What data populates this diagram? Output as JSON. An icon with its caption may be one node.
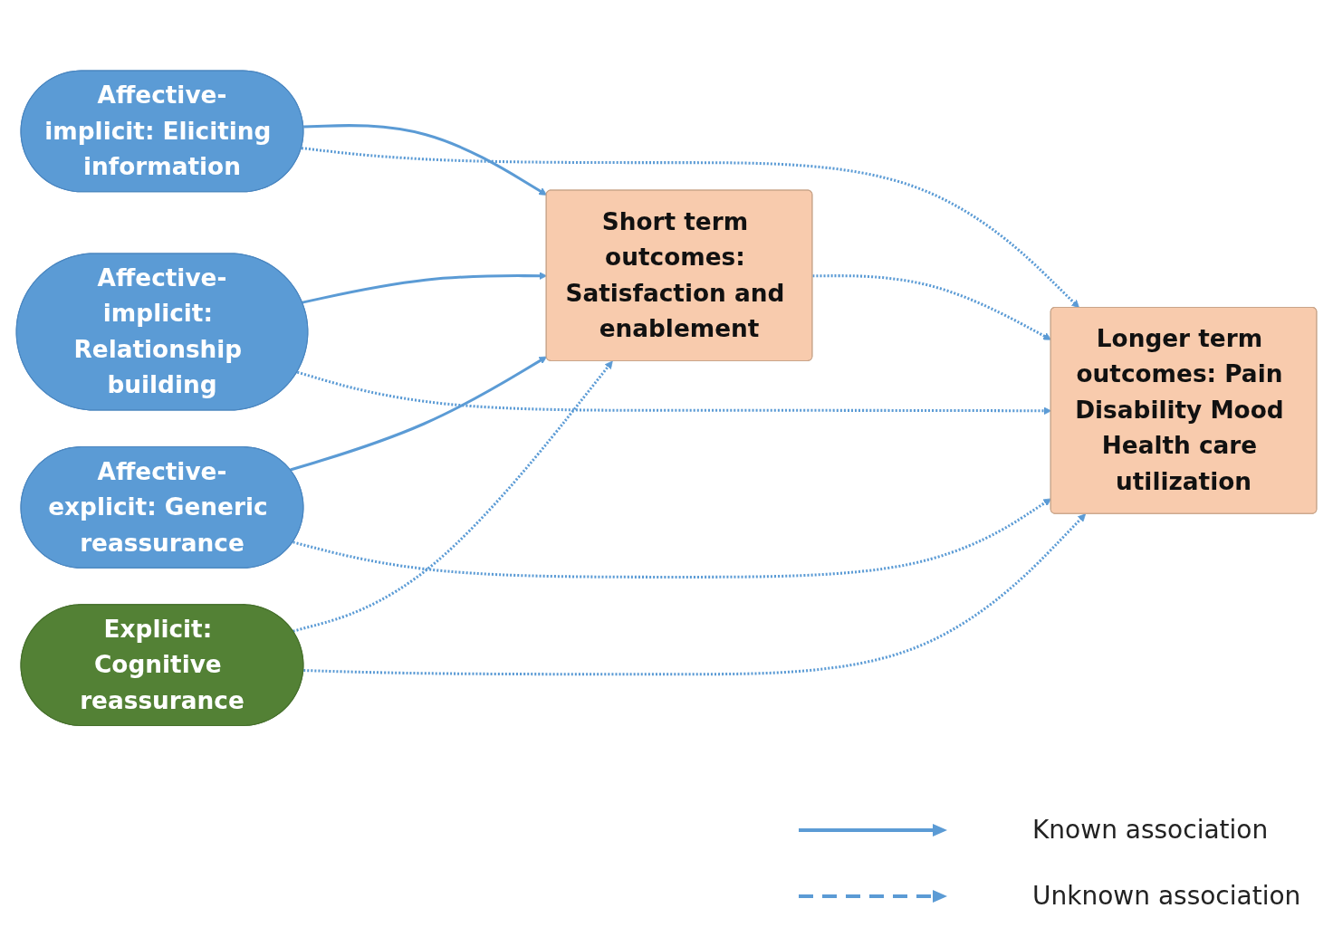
{
  "diagram": {
    "nodes": [
      {
        "text": [
          "Affective-implicit: Eliciting information"
        ]
      },
      {
        "text": [
          "Affective-implicit: Relationship building"
        ]
      },
      {
        "text": [
          "Affective-explicit: Generic reassurance"
        ]
      },
      {
        "text": [
          "Explicit: Cognitive reassurance"
        ]
      },
      {
        "text": [
          "Short term outcomes: Satisfaction and enablement"
        ]
      },
      {
        "text": [
          "Longer term outcomes: Pain Disability Mood Health care utilization"
        ]
      }
    ],
    "edges": [
      {
        "from": 0,
        "to": 4,
        "arrow": "to"
      },
      {
        "from": 0,
        "to": 5,
        "arrow": "to",
        "style": "dashed"
      },
      {
        "from": 1,
        "to": 4,
        "arrow": "to"
      },
      {
        "from": 1,
        "to": 5,
        "arrow": "to",
        "style": "dashed"
      },
      {
        "from": 2,
        "to": 4,
        "arrow": "to"
      },
      {
        "from": 2,
        "to": 5,
        "arrow": "to",
        "style": "dashed"
      },
      {
        "from": 3,
        "to": 4,
        "arrow": "to",
        "style": "dashed"
      },
      {
        "from": 3,
        "to": 5,
        "arrow": "to",
        "style": "dashed"
      },
      {
        "from": 4,
        "to": 5,
        "arrow": "to",
        "style": "dashed"
      }
    ],
    "legend": [
      {
        "text": "Known association"
      },
      {
        "text": "Unknown association"
      }
    ]
  }
}
